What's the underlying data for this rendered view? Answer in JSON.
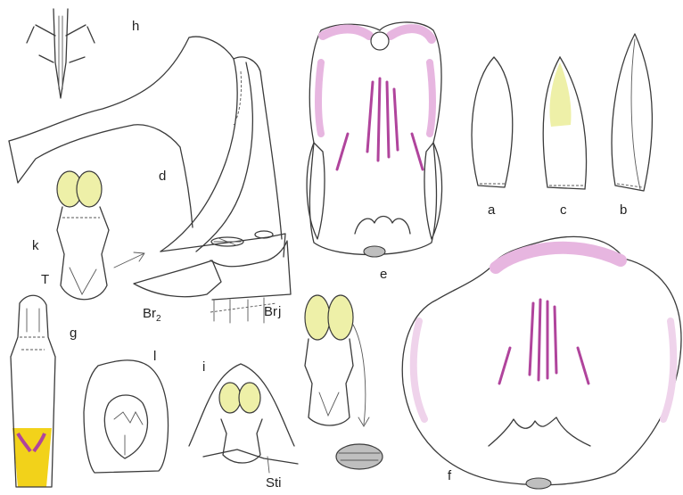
{
  "labels": {
    "h": "h",
    "d": "d",
    "k": "k",
    "T": "T",
    "g": "g",
    "br2_main": "Br",
    "br2_sub": "2",
    "br": "Br",
    "l": "l",
    "i": "i",
    "j": "j",
    "sti": "Sti",
    "e": "e",
    "a": "a",
    "c": "c",
    "b": "b",
    "f": "f"
  },
  "colors": {
    "ink": "#3b3b3b",
    "lip_purple": "#b0449c",
    "pale_purple": "#e7b6e0",
    "pollinia_yellow": "#eef0a8",
    "base_yellow": "#f2d21a"
  }
}
